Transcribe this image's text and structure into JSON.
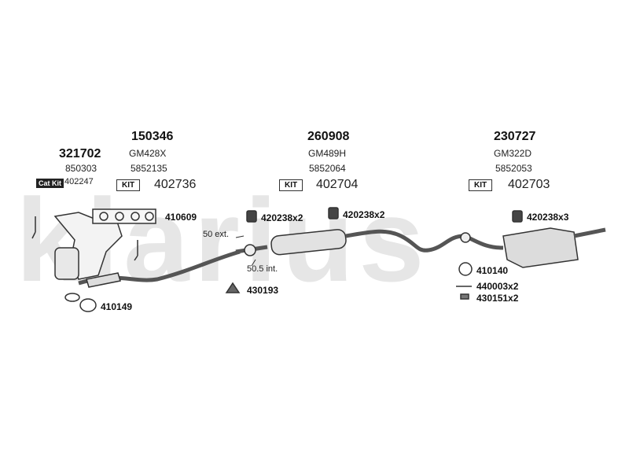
{
  "watermark": "klarius",
  "groups": {
    "g1": {
      "part": "321702",
      "oem": "850303",
      "catkit_label": "Cat Kit",
      "kit": "402247"
    },
    "g2": {
      "part": "150346",
      "oem1": "GM428X",
      "oem2": "5852135",
      "kit_label": "KIT",
      "kit": "402736"
    },
    "g3": {
      "part": "260908",
      "oem1": "GM489H",
      "oem2": "5852064",
      "kit_label": "KIT",
      "kit": "402704"
    },
    "g4": {
      "part": "230727",
      "oem1": "GM322D",
      "oem2": "5852053",
      "kit_label": "KIT",
      "kit": "402703"
    }
  },
  "callouts": {
    "c410609": "410609",
    "c420238x2a": "420238x2",
    "c420238x2b": "420238x2",
    "c420238x3": "420238x3",
    "ext": "50 ext.",
    "int": "50.5 int.",
    "c430193": "430193",
    "c410149": "410149",
    "c410140": "410140",
    "c440003x2": "440003x2",
    "c430151x2": "430151x2"
  }
}
